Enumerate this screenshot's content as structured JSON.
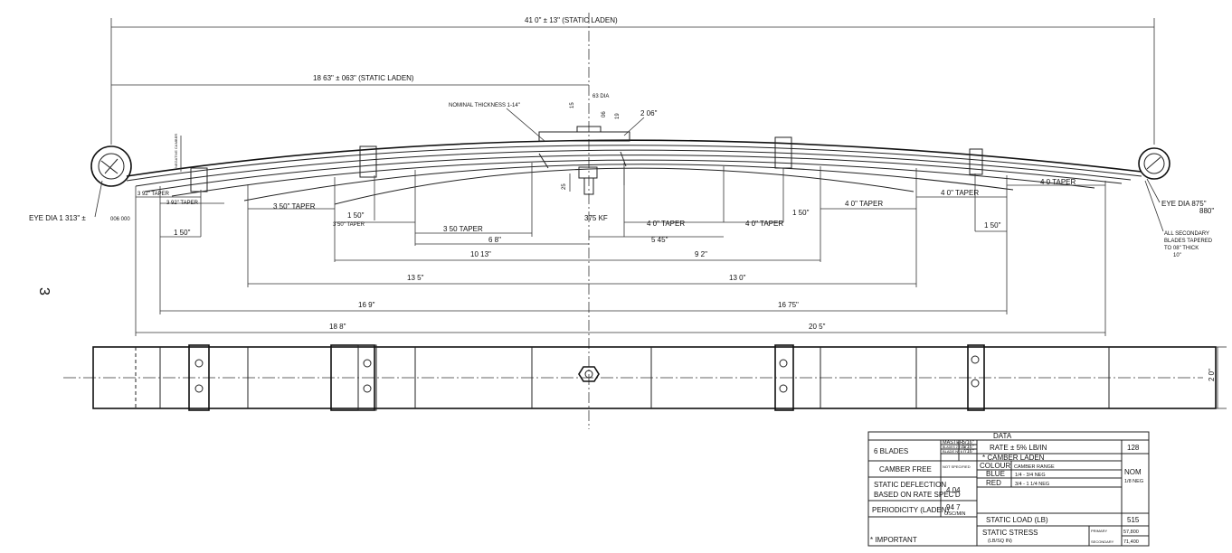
{
  "page_number": "3",
  "dims": {
    "overall": "41 0\" ± 13\" (STATIC LADEN)",
    "half_left": "18 63\" ± 063\" (STATIC LADEN)",
    "nominal_thickness": "NOMINAL THICKNESS 1-14\"",
    "dia_63": "63 DIA",
    "d_15": "15",
    "d_06": "06",
    "d_19": "19",
    "d_206": "2 06\"",
    "d_25": "25",
    "eye_left": "EYE DIA 1 313\" ±",
    "eye_left_tol": "006 000",
    "eye_right": "EYE DIA 875\"",
    "eye_right_2": "880\"",
    "secondary_note_1": "ALL SECONDARY",
    "secondary_note_2": "BLADES TAPERED",
    "secondary_note_3": "TO 08\" THICK",
    "secondary_note_4": "10\"",
    "taper_392_a": "3 92\" TAPER",
    "taper_392_b": "3 92\" TAPER",
    "taper_350_a": "3 50\" TAPER",
    "taper_350_b": "3 50\" TAPER",
    "taper_350_c": "3 50 TAPER",
    "taper_40_a": "4 0\" TAPER",
    "taper_40_b": "4 0\" TAPER",
    "taper_40_c": "4 0\" TAPER",
    "taper_40_d": "4 0\" TAPER",
    "taper_40_e": "4 0 TAPER",
    "d_150_a": "1 50\"",
    "d_150_b": "1 50\"",
    "d_150_c": "1 50\"",
    "d_150_d": "1 50\"",
    "d_375": "375 KF",
    "d_68": "6 8\"",
    "d_545": "5 45\"",
    "d_1013": "10 13\"",
    "d_92": "9 2\"",
    "d_135": "13 5\"",
    "d_130": "13 0\"",
    "d_169": "16 9\"",
    "d_1675": "16 75\"",
    "d_188": "18 8\"",
    "d_205": "20 5\"",
    "d_20": "2 0\"",
    "negative_camber": "NEGATIVE CAMBER"
  },
  "table": {
    "title": "DATA",
    "blades": "6 BLADES",
    "master_lbl": "MASTER",
    "master_val": "5/16\"",
    "blades25_lbl": "BLADES 2 TO 5",
    "blades25_val": "5/16\"",
    "blade6_lbl": "BLADE Nº 6",
    "blade6_val": "7/16\"",
    "rate": "RATE ± 5% LB/IN",
    "rate_val": "128",
    "camber_laden": "* CAMBER LADEN",
    "camber_free": "CAMBER FREE",
    "not_specified": "NOT SPECIFIED",
    "colour": "COLOUR",
    "camber_range": "CAMBER RANGE",
    "nom": "NOM",
    "neg_1_8": "1/8 NEG",
    "blue": "BLUE",
    "blue_range": "1/4 - 3/4 NEG",
    "red": "RED",
    "red_range": "3/4 - 1 1/4 NEG",
    "static_defl_1": "STATIC DEFLECTION",
    "static_defl_2": "BASED ON RATE SPEC'D",
    "static_defl_val": "4 04",
    "periodicity": "PERIODICITY (LADEN)",
    "periodicity_val": "94 7",
    "periodicity_unit": "OSC/MIN",
    "static_load": "STATIC LOAD (LB)",
    "static_load_val": "515",
    "static_stress": "STATIC STRESS",
    "static_stress_unit": "(LB/SQ IN)",
    "primary": "PRIMARY",
    "primary_val": "57,800",
    "secondary": "SECONDARY",
    "secondary_val": "71,400",
    "important": "* IMPORTANT"
  }
}
